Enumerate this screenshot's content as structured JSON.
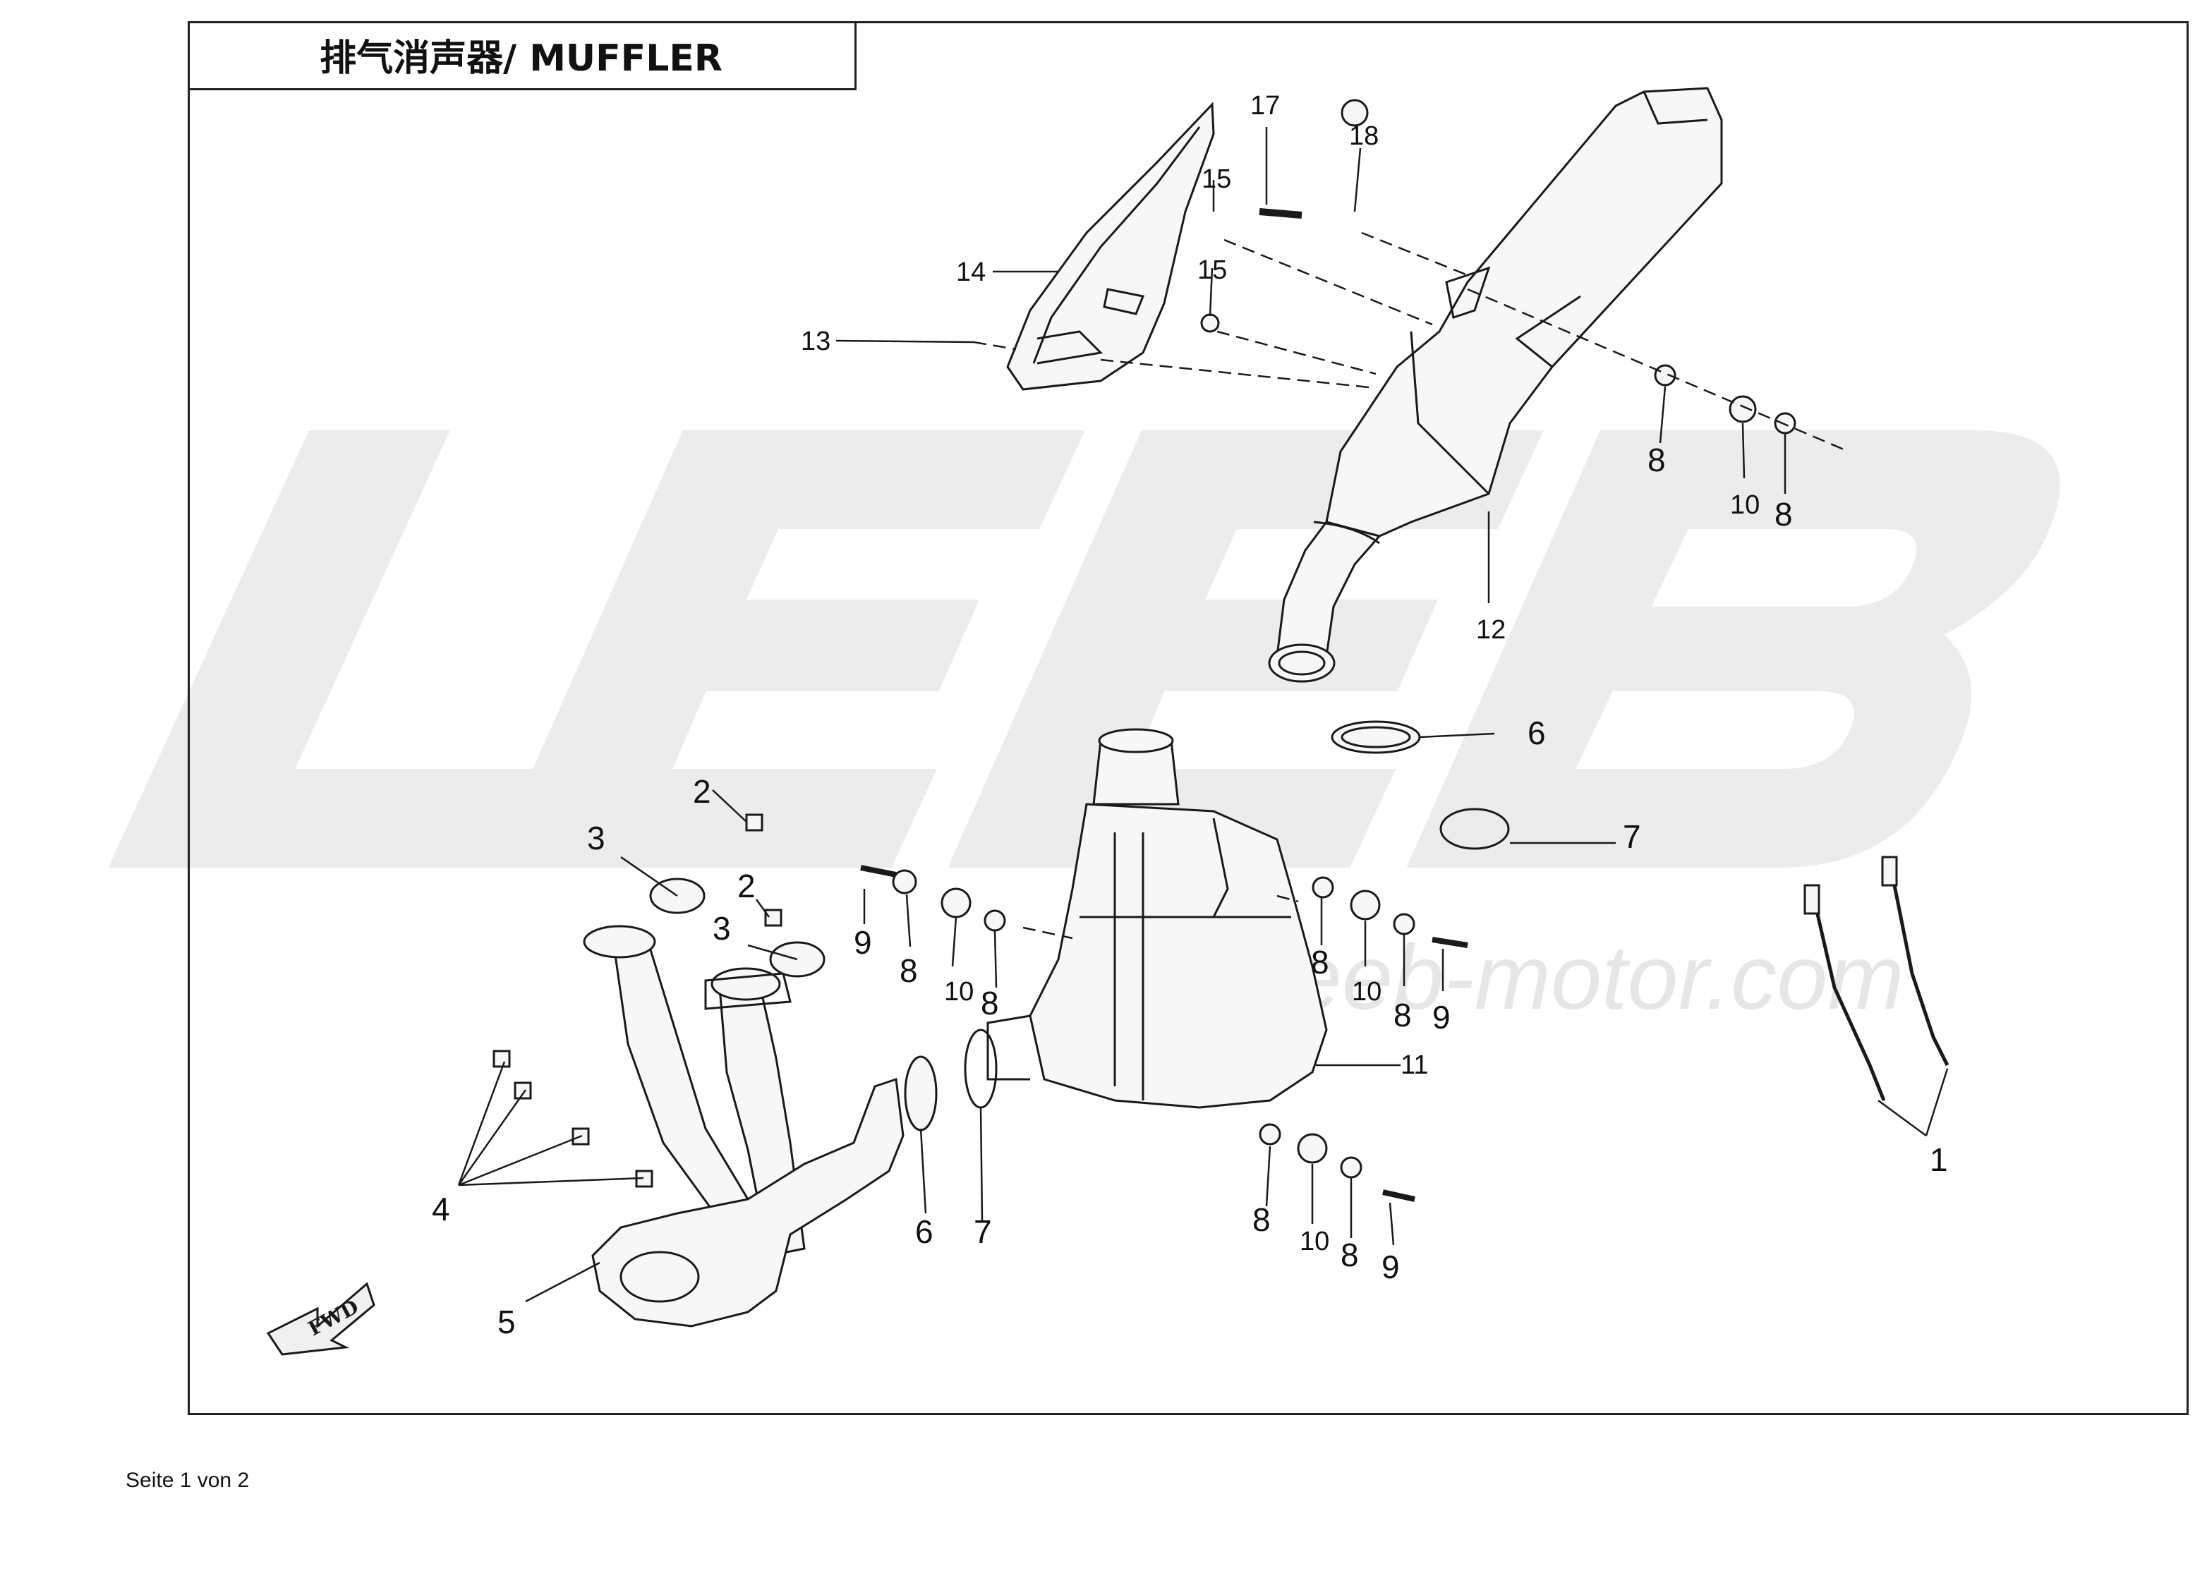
{
  "title": "排气消声器/ MUFFLER",
  "watermark": {
    "logo": "LEEB",
    "url": "www.leeb-motor.com"
  },
  "fwd_arrow_label": "FWD",
  "footer": "Seite 1 von 2",
  "callouts": [
    {
      "number": "1",
      "part": "oxygen-sensor"
    },
    {
      "number": "2",
      "part": "nut"
    },
    {
      "number": "3",
      "part": "exhaust-gasket"
    },
    {
      "number": "4",
      "part": "flange-nut"
    },
    {
      "number": "5",
      "part": "exhaust-header-pipe"
    },
    {
      "number": "6",
      "part": "pipe-seal-ring"
    },
    {
      "number": "7",
      "part": "pipe-clamp"
    },
    {
      "number": "8",
      "part": "washer"
    },
    {
      "number": "9",
      "part": "bolt"
    },
    {
      "number": "10",
      "part": "rubber-damper"
    },
    {
      "number": "11",
      "part": "pre-muffler-chamber"
    },
    {
      "number": "12",
      "part": "muffler"
    },
    {
      "number": "13",
      "part": "screw"
    },
    {
      "number": "14",
      "part": "heat-shield"
    },
    {
      "number": "15",
      "part": "clip-nut"
    },
    {
      "number": "17",
      "part": "mounting-bolt"
    },
    {
      "number": "18",
      "part": "mounting-washer"
    }
  ],
  "colors": {
    "line": "#1a1a1a",
    "watermark": "#ececec",
    "part_fill": "#f7f7f7"
  }
}
